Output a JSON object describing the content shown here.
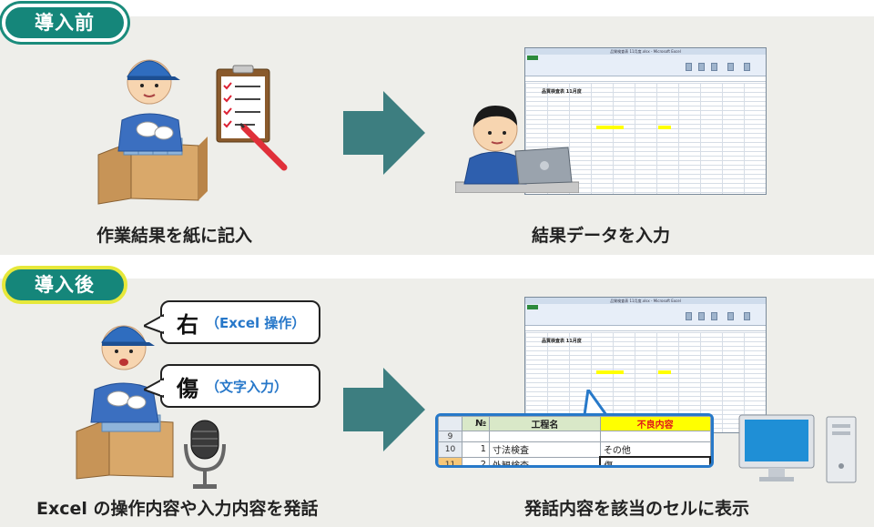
{
  "before": {
    "badge": "導入前",
    "caption_left": "作業結果を紙に記入",
    "caption_right": "結果データを入力",
    "sheet": {
      "title": "品質検査表 11月度",
      "window_title": "品質検査表 11月度.xlsx - Microsoft Excel"
    }
  },
  "after": {
    "badge": "導入後",
    "bubbles": [
      {
        "big": "右",
        "note": "（Excel 操作）"
      },
      {
        "big": "傷",
        "note": "（文字入力）"
      }
    ],
    "caption_left": "Excel の操作内容や入力内容を発話",
    "caption_right": "発話内容を該当のセルに表示",
    "sheet": {
      "title": "品質検査表 11月度",
      "window_title": "品質検査表 11月度.xlsx - Microsoft Excel"
    },
    "callout_table": {
      "headers": [
        "№",
        "工程名",
        "不良内容"
      ],
      "rows": [
        {
          "row": "9",
          "no": "",
          "process": "",
          "defect": ""
        },
        {
          "row": "10",
          "no": "1",
          "process": "寸法検査",
          "defect": "その他"
        },
        {
          "row": "11",
          "no": "2",
          "process": "外観検査",
          "defect": "傷"
        }
      ]
    }
  },
  "colors": {
    "badge": "#15867a",
    "arrow": "#3d7e80",
    "accent_blue": "#2677c9",
    "highlight_yellow": "#ffff00",
    "defect_red": "#e0141a"
  }
}
